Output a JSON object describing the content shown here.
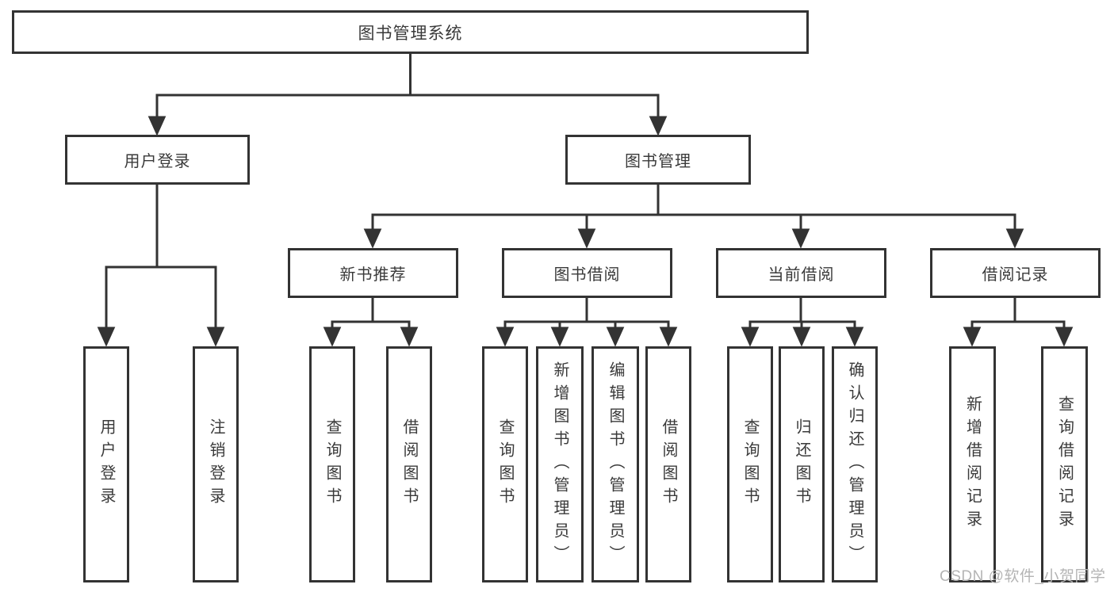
{
  "tree": {
    "label": "图书管理系统",
    "children": [
      {
        "label": "用户登录",
        "children": [
          {
            "label": "用户登录"
          },
          {
            "label": "注销登录"
          }
        ]
      },
      {
        "label": "图书管理",
        "children": [
          {
            "label": "新书推荐",
            "children": [
              {
                "label": "查询图书"
              },
              {
                "label": "借阅图书"
              }
            ]
          },
          {
            "label": "图书借阅",
            "children": [
              {
                "label": "查询图书"
              },
              {
                "label": "新增图书（管理员）"
              },
              {
                "label": "编辑图书（管理员）"
              },
              {
                "label": "借阅图书"
              }
            ]
          },
          {
            "label": "当前借阅",
            "children": [
              {
                "label": "查询图书"
              },
              {
                "label": "归还图书"
              },
              {
                "label": "确认归还（管理员）"
              }
            ]
          },
          {
            "label": "借阅记录",
            "children": [
              {
                "label": "新增借阅记录"
              },
              {
                "label": "查询借阅记录"
              }
            ]
          }
        ]
      }
    ]
  },
  "watermark": {
    "text": "CSDN @软件_小贺同学"
  },
  "colors": {
    "line": "#333333",
    "text": "#3a3a3a",
    "background": "#ffffff",
    "watermark": "#b4b4b4"
  }
}
